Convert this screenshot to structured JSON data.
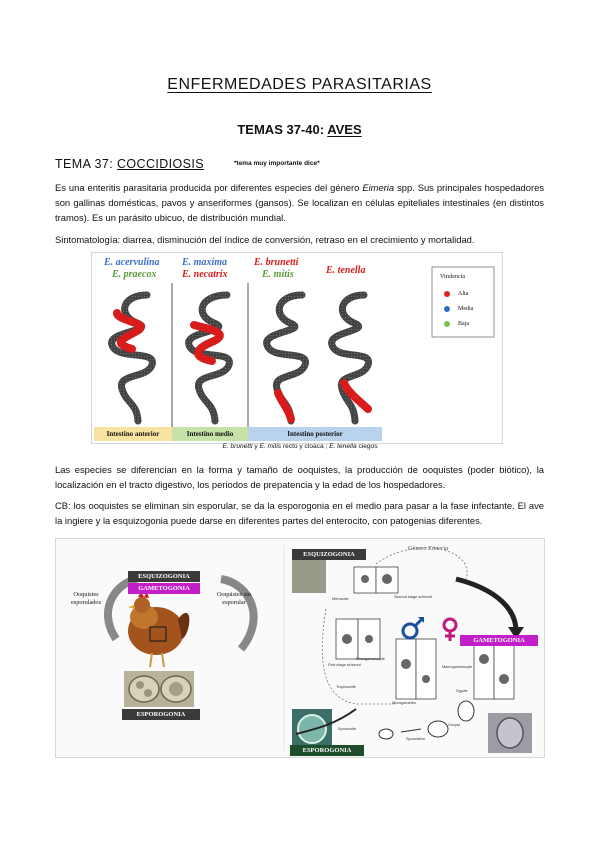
{
  "title": "ENFERMEDADES PARASITARIAS",
  "subtitle": {
    "prefix": "TEMAS 37-40: ",
    "link": "AVES"
  },
  "tema": {
    "prefix": "TEMA 37: ",
    "name": "COCCIDIOSIS",
    "note": "*tema muy importante dice*"
  },
  "paragraph1": {
    "part1": "Es una enteritis parasitaria producida por diferentes especies del género ",
    "genus": "Eimeria",
    "part2": " spp. Sus principales hospedadores son gallinas domésticas, pavos y anseriformes (gansos). Se localizan en células epiteliales intestinales (en distintos tramos). Es un parásito ubicuo, de distribución mundial."
  },
  "paragraph2": {
    "label": "Sintomatología",
    "text": ": diarrea, disminución del índice de conversión, retraso en el crecimiento y mortalidad."
  },
  "figure1": {
    "species": [
      {
        "name": "E. acervulina",
        "color": "#3a6fc4"
      },
      {
        "name": "E. praecox",
        "color": "#5a9a3a"
      },
      {
        "name": "E. maxima",
        "color": "#3a6fc4"
      },
      {
        "name": "E. necatrix",
        "color": "#d81b1b"
      },
      {
        "name": "E. brunetti",
        "color": "#d81b1b"
      },
      {
        "name": "E. mitis",
        "color": "#5a9a3a"
      },
      {
        "name": "E. tenella",
        "color": "#d81b1b"
      }
    ],
    "legend": {
      "title": "Virulencia",
      "items": [
        {
          "label": "Alta",
          "color": "#e41e1e"
        },
        {
          "label": "Media",
          "color": "#2a6fc0"
        },
        {
          "label": "Baja",
          "color": "#7cc24a"
        }
      ]
    },
    "bands": [
      {
        "label": "Intestino anterior",
        "color": "#f8e3a0"
      },
      {
        "label": "Intestino medio",
        "color": "#c6e2a8"
      },
      {
        "label": "Intestino posterior",
        "color": "#b9d3ec"
      }
    ],
    "caption": {
      "sp1": "E. brunetti",
      "mid": " y ",
      "sp2": "E. mitis",
      "text1": " recto y cloaca ; ",
      "sp3": "E. tenella",
      "text2": " ciegos"
    }
  },
  "paragraph3": "Las especies se diferencian en la forma y tamaño de ooquistes, la producción de ooquistes (poder biótico), la localización en el tracto digestivo, los periodos de prepatencia y la edad de los hospedadores.",
  "paragraph4": "CB: los ooquistes se eliminan sin esporular, se da la esporogonia en el medio para pasar a la fase infectante. El ave la ingiere y la esquizogonia puede darse en diferentes partes del enterocito, con patogenias diferentes.",
  "figure2": {
    "left": {
      "esquizogonia": "ESQUIZOGONIA",
      "gametogonia": "GAMETOGONIA",
      "esporogonia": "ESPOROGONIA",
      "sporulated": "Ooquistes esporulados",
      "unsporulated": "Ooquistes sin esporular"
    },
    "right": {
      "esquizogonia": "ESQUIZOGONIA",
      "genero_prefix": "Género ",
      "genero": "Eimeria",
      "gametogonia": "GAMETOGONIA",
      "esporogonia": "ESPOROGONIA",
      "labels": [
        "Merozoite",
        "Second stage schizont",
        "First stage schizont",
        "Trophozoite",
        "Microgametocyte",
        "Macrogametocyte",
        "Microgametes",
        "Zygote",
        "Oocyst",
        "Sporulation",
        "Sporozoite"
      ]
    }
  }
}
